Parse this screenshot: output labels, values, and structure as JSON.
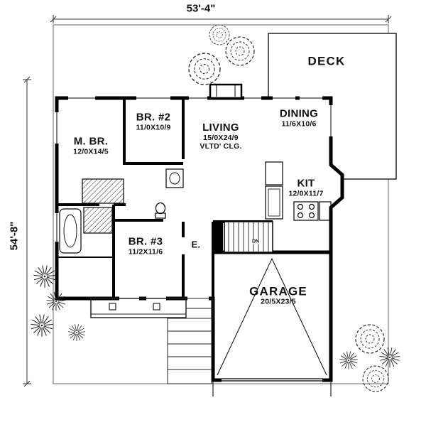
{
  "plan": {
    "dimensions": {
      "width": "53'-4\"",
      "height": "54'-8\""
    },
    "rooms": {
      "deck": {
        "name": "DECK"
      },
      "master": {
        "name": "M. BR.",
        "dims": "12/0X14/5"
      },
      "br2": {
        "name": "BR. #2",
        "dims": "11/0X10/9"
      },
      "living": {
        "name": "LIVING",
        "dims": "15/0X24/9",
        "note": "VLTD' CLG."
      },
      "dining": {
        "name": "DINING",
        "dims": "11/6X10/6"
      },
      "kitchen": {
        "name": "KIT",
        "dims": "12/0X11/7"
      },
      "br3": {
        "name": "BR. #3",
        "dims": "11/2X11/6"
      },
      "entry": {
        "name": "E."
      },
      "garage": {
        "name": "GARAGE",
        "dims": "20/5X23/5"
      },
      "stairs": {
        "name": "DN"
      }
    }
  }
}
